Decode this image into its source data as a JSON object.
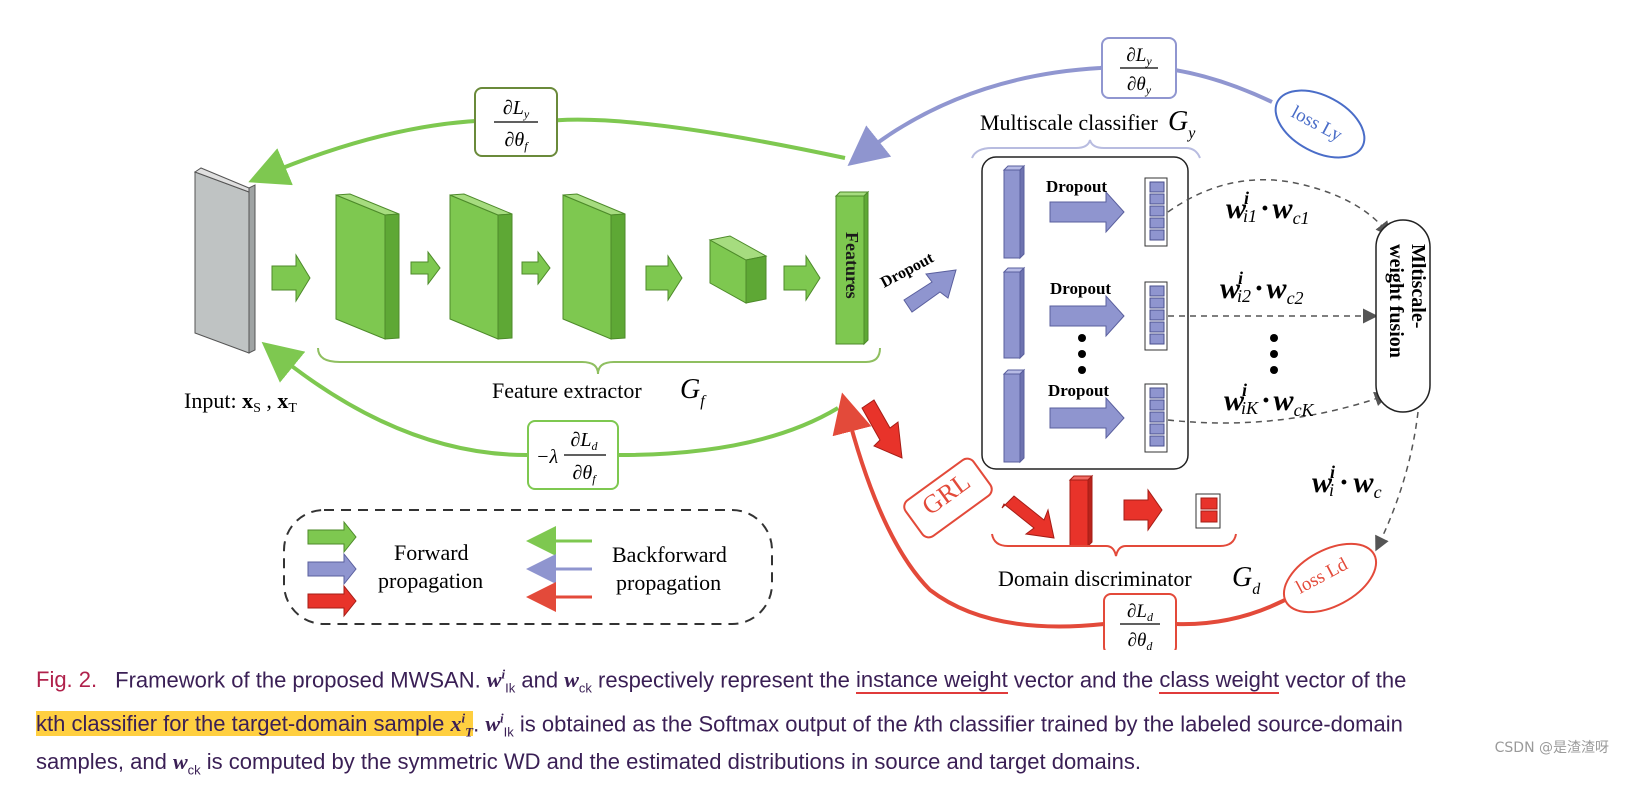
{
  "figure": {
    "labels": {
      "input_prefix": "Input: ",
      "input_xs": "x",
      "input_xs_sub": "S",
      "input_xt": "x",
      "input_xt_sub": "T",
      "feature_extractor": "Feature extractor",
      "feature_extractor_symbol": "G",
      "feature_extractor_sub": "f",
      "features": "Features",
      "dropout_main": "Dropout",
      "multiscale_classifier": "Multiscale classifier",
      "multiscale_symbol": "G",
      "multiscale_sub": "y",
      "dropout_1": "Dropout",
      "dropout_2": "Dropout",
      "dropout_3": "Dropout",
      "fusion_line1": "Mltiscale-",
      "fusion_line2": "weight fusion",
      "loss_y": "loss Ly",
      "loss_d": "loss Ld",
      "grl": "GRL",
      "domain_discriminator": "Domain discriminator",
      "domain_symbol": "G",
      "domain_sub": "d",
      "legend_forward_1": "Forward",
      "legend_forward_2": "propagation",
      "legend_backward_1": "Backforward",
      "legend_backward_2": "propagation"
    },
    "math": {
      "dLy": "∂L",
      "dLy_sub": "y",
      "dtheta_f": "∂θ",
      "dtheta_f_sub": "f",
      "dtheta_y": "∂θ",
      "dtheta_y_sub": "y",
      "neg_lambda": "−λ",
      "dLd": "∂L",
      "dLd_sub": "d",
      "dtheta_d": "∂θ",
      "dtheta_d_sub": "d",
      "w1": "w",
      "w1_sup": "i",
      "w1_sub": "i1",
      "wc1": "w",
      "wc1_sub": "c1",
      "w2_sub": "i2",
      "wc2_sub": "c2",
      "wK_sub": "iK",
      "wcK_sub": "cK",
      "wi_sub": "i",
      "wc_sub": "c",
      "dot": "·"
    },
    "colors": {
      "green": "#7ec850",
      "green_dark": "#4d8a2a",
      "purple": "#8f95cf",
      "purple_dark": "#5a5f9e",
      "red": "#e8332a",
      "red_dark": "#a51d16",
      "gray": "#bfc3c3"
    }
  },
  "caption": {
    "fig_no": "Fig. 2.",
    "t1": "Framework of the proposed MWSAN. ",
    "w_ik": "w",
    "w_ik_sup": "i",
    "w_ik_sub": "Ik",
    "t2": " and ",
    "w_ck": "w",
    "w_ck_sub": "ck",
    "t3": " respectively represent the ",
    "u1": "instance weight",
    "t4": " vector and the ",
    "u2": "class weight",
    "t5": " vector of the",
    "hl": "kth classifier for the target-domain sample ",
    "x_T": "x",
    "x_T_sup": "i",
    "x_T_sub": "T",
    "t6": ". ",
    "t7": " is obtained as the Softmax output of the ",
    "k": "k",
    "t8": "th classifier trained by the labeled source-domain",
    "t9": "samples, and ",
    "t10": " is computed by the symmetric WD and the estimated distributions in source and target domains."
  },
  "watermark": "CSDN @是渣渣呀"
}
